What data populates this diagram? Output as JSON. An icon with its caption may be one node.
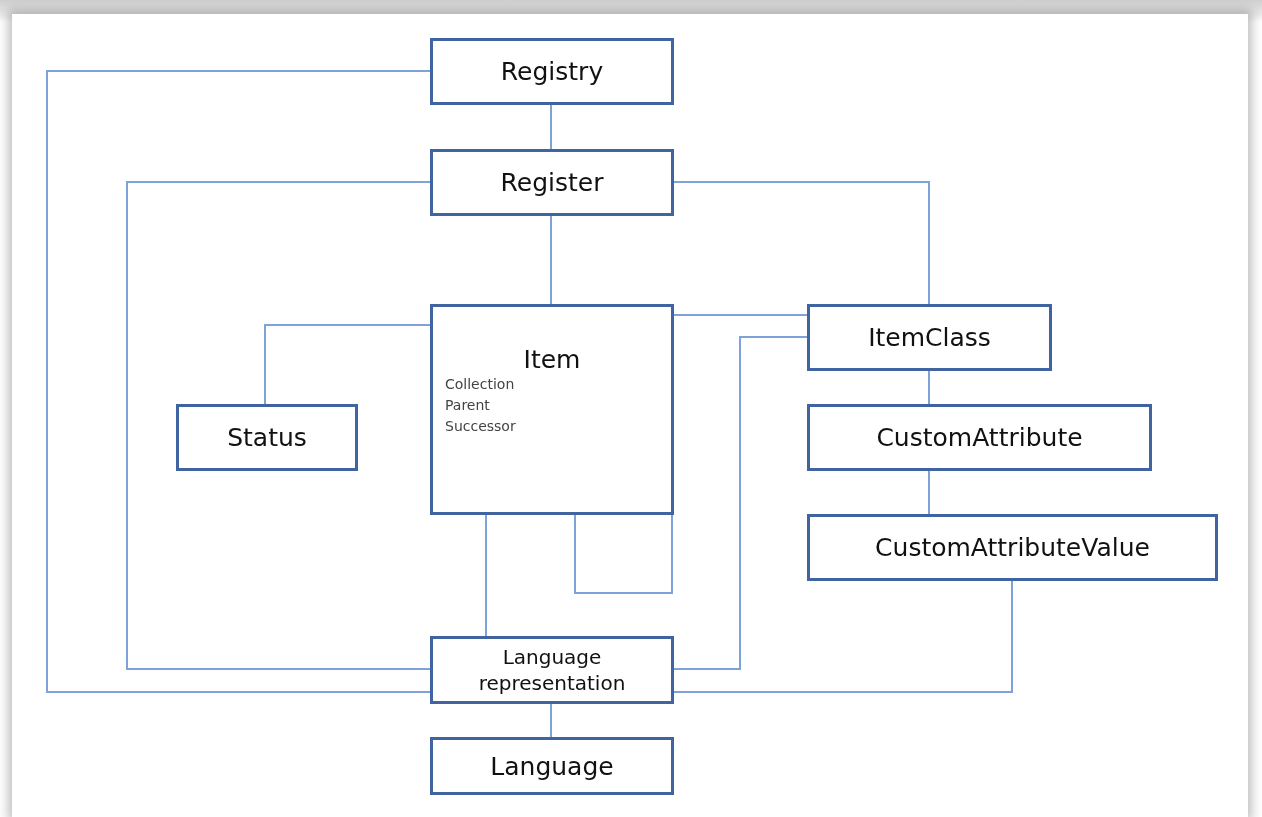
{
  "diagram": {
    "nodes": [
      {
        "text": [
          "Registry"
        ]
      },
      {
        "text": [
          "Register"
        ]
      },
      {
        "text": [
          "Item",
          "Collection Parent Successor"
        ]
      },
      {
        "text": [
          "Status"
        ]
      },
      {
        "text": [
          "ItemClass"
        ]
      },
      {
        "text": [
          "CustomAttribute"
        ]
      },
      {
        "text": [
          "CustomAttributeValue"
        ]
      },
      {
        "text": [
          "Language representation"
        ]
      },
      {
        "text": [
          "Language"
        ]
      }
    ],
    "edges": [
      {
        "from": 0,
        "to": 1,
        "arrow": "none"
      },
      {
        "from": 0,
        "to": 7,
        "arrow": "none"
      },
      {
        "from": 1,
        "to": 7,
        "arrow": "none"
      },
      {
        "from": 1,
        "to": 4,
        "arrow": "none"
      },
      {
        "from": 1,
        "to": 2,
        "arrow": "none"
      },
      {
        "from": 2,
        "to": 3,
        "arrow": "none"
      },
      {
        "from": 2,
        "to": 4,
        "arrow": "none"
      },
      {
        "from": 4,
        "to": 7,
        "arrow": "none"
      },
      {
        "from": 2,
        "to": 2,
        "arrow": "none"
      },
      {
        "from": 2,
        "to": 7,
        "arrow": "none"
      },
      {
        "from": 4,
        "to": 5,
        "arrow": "none"
      },
      {
        "from": 5,
        "to": 6,
        "arrow": "none"
      },
      {
        "from": 6,
        "to": 7,
        "arrow": "none"
      },
      {
        "from": 7,
        "to": 8,
        "arrow": "none"
      }
    ]
  }
}
